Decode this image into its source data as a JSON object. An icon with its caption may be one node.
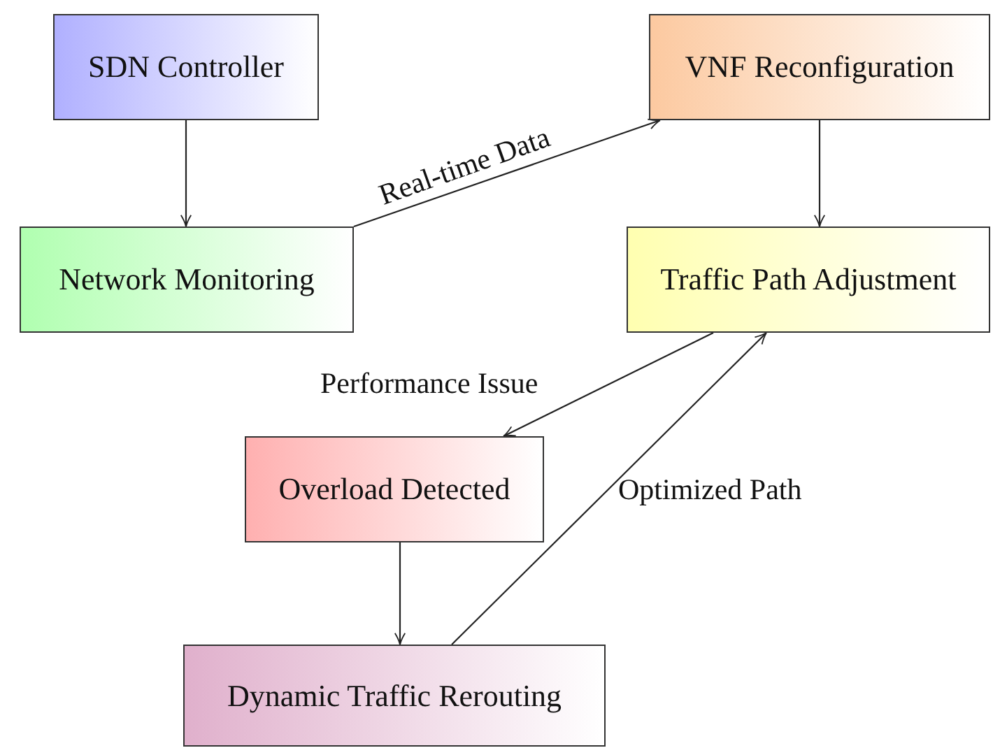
{
  "diagram": {
    "nodes": [
      {
        "text": [
          "SDN Controller"
        ]
      },
      {
        "text": [
          "VNF Reconfiguration"
        ]
      },
      {
        "text": [
          "Network Monitoring"
        ]
      },
      {
        "text": [
          "Traffic Path Adjustment"
        ]
      },
      {
        "text": [
          "Overload Detected"
        ]
      },
      {
        "text": [
          "Dynamic Traffic Rerouting"
        ]
      }
    ],
    "edges": [
      {
        "from": 0,
        "to": 2,
        "arrow": "to"
      },
      {
        "from": 2,
        "to": 1,
        "arrow": "to",
        "label": "Real-time Data"
      },
      {
        "from": 1,
        "to": 3,
        "arrow": "to"
      },
      {
        "from": 3,
        "to": 4,
        "arrow": "to",
        "label": "Performance Issue"
      },
      {
        "from": 4,
        "to": 5,
        "arrow": "to"
      },
      {
        "from": 5,
        "to": 3,
        "arrow": "to",
        "label": "Optimized Path"
      }
    ]
  }
}
